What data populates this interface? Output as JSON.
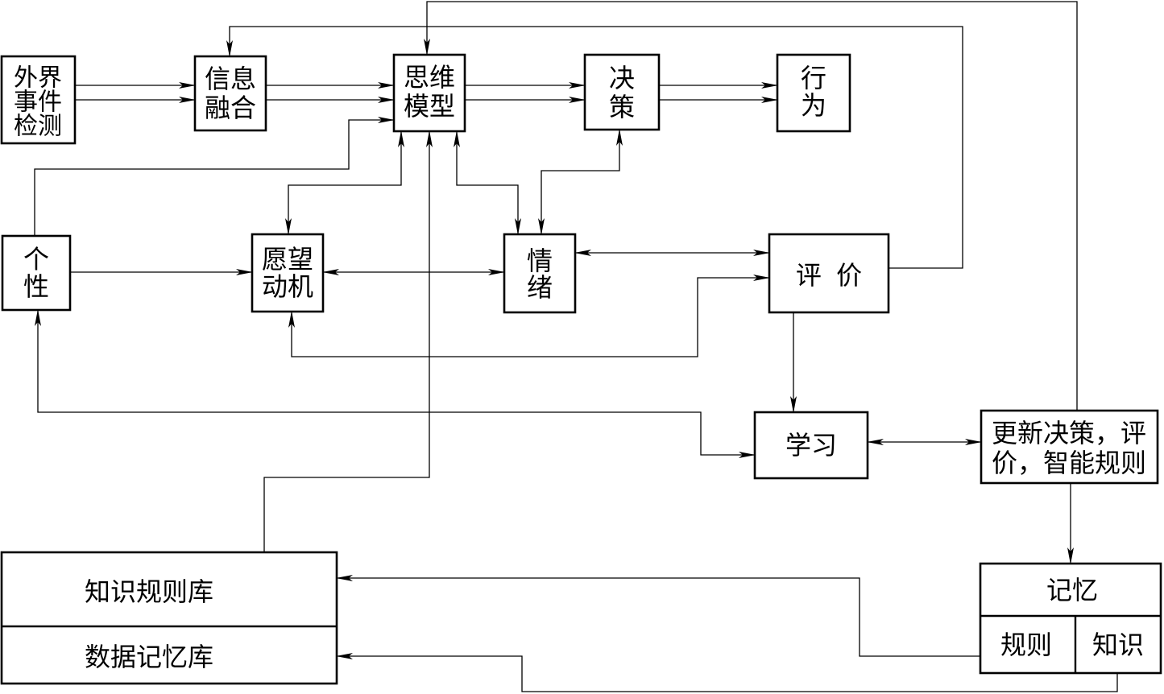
{
  "colors": {
    "ink": "#000000",
    "paper": "#ffffff"
  },
  "boxes": {
    "external_event_detection": {
      "lines": [
        "外界",
        "事件",
        "检测"
      ]
    },
    "info_fusion": {
      "lines": [
        "信息",
        "融合"
      ]
    },
    "thinking_model": {
      "lines": [
        "思维",
        "模型"
      ]
    },
    "decision": {
      "lines": [
        "决",
        "策"
      ]
    },
    "behavior": {
      "lines": [
        "行",
        "为"
      ]
    },
    "personality": {
      "lines": [
        "个",
        "性"
      ]
    },
    "desire_motive": {
      "lines": [
        "愿望",
        "动机"
      ]
    },
    "emotion": {
      "lines": [
        "情",
        "绪"
      ]
    },
    "evaluation": {
      "lines": [
        "评 价"
      ]
    },
    "learning": {
      "lines": [
        "学习"
      ]
    },
    "update_rules": {
      "lines": [
        "更新决策，评",
        "价，智能规则"
      ]
    },
    "knowledge_base": {
      "rules_db": "知识规则库",
      "data_memory_db": "数据记忆库"
    },
    "memory": {
      "title": "记忆",
      "rules": "规则",
      "knowledge": "知识"
    }
  }
}
